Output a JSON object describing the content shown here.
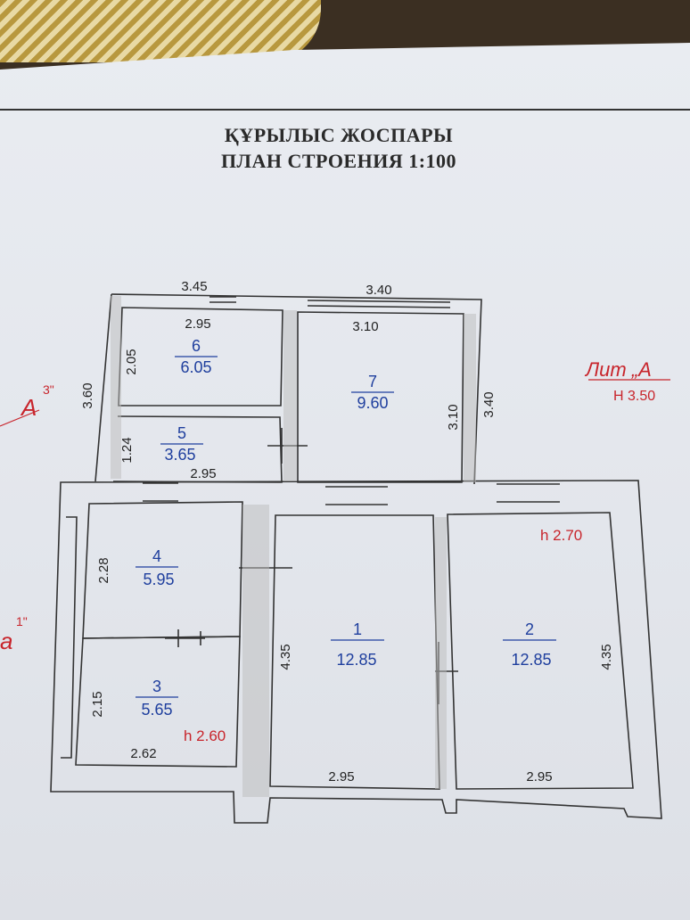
{
  "title": {
    "line1": "ҚҰРЫЛЫС ЖОСПАРЫ",
    "line2": "ПЛАН СТРОЕНИЯ 1:100"
  },
  "rooms": [
    {
      "number": "6",
      "area": "6.05"
    },
    {
      "number": "7",
      "area": "9.60"
    },
    {
      "number": "5",
      "area": "3.65"
    },
    {
      "number": "4",
      "area": "5.95"
    },
    {
      "number": "3",
      "area": "5.65"
    },
    {
      "number": "1",
      "area": "12.85"
    },
    {
      "number": "2",
      "area": "12.85"
    }
  ],
  "dimensions": {
    "top_left": "3.45",
    "top_right": "3.40",
    "room6_width": "2.95",
    "room6_height": "2.05",
    "room7_width": "3.10",
    "room7_inner_height": "3.10",
    "room7_outer_height": "3.40",
    "left_upper": "3.60",
    "room5_height": "1.24",
    "room5_width": "2.95",
    "room4_height": "2.28",
    "room3_height": "2.15",
    "room3_width": "2.62",
    "room1_height": "4.35",
    "room1_width": "2.95",
    "room2_width": "2.95",
    "room2_height": "4.35"
  },
  "annotations": {
    "lit_label": "Лит „А",
    "lit_height": "H 3.50",
    "h_room2": "h 2.70",
    "h_room3": "h 2.60",
    "a3": "А",
    "a3_sup": "3\"",
    "a1": "а",
    "a1_sup": "1\""
  }
}
